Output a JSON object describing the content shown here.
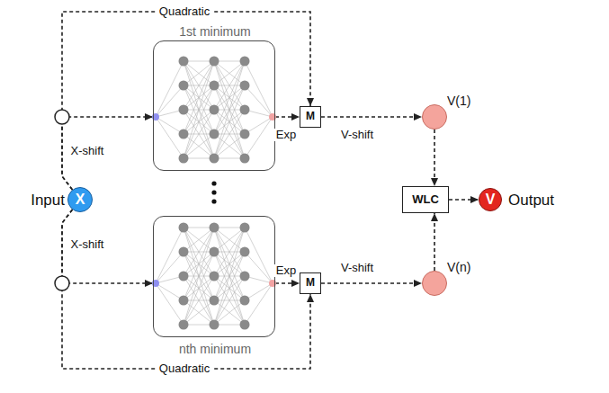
{
  "diagram": {
    "nodes": [
      {
        "text": [
          "1st minimum"
        ]
      },
      {
        "text": [
          "M"
        ]
      },
      {
        "text": [
          "V(1)"
        ]
      },
      {
        "text": [
          "Input",
          "X"
        ]
      },
      {
        "text": [
          "WLC"
        ]
      },
      {
        "text": [
          "V",
          "Output"
        ]
      },
      {
        "text": [
          "nth minimum"
        ]
      },
      {
        "text": [
          "M"
        ]
      },
      {
        "text": [
          "V(n)"
        ]
      }
    ],
    "edges": [
      {
        "from": 3,
        "to": 0,
        "arrow": "to",
        "label": "X-shift"
      },
      {
        "from": 3,
        "to": 1,
        "arrow": "to",
        "label": "Quadratic"
      },
      {
        "from": 0,
        "to": 1,
        "arrow": "to",
        "label": "Exp"
      },
      {
        "from": 1,
        "to": 2,
        "arrow": "to",
        "label": "V-shift"
      },
      {
        "from": 2,
        "to": 4,
        "arrow": "to"
      },
      {
        "from": 4,
        "to": 5,
        "arrow": "to"
      },
      {
        "from": 3,
        "to": 6,
        "arrow": "to",
        "label": "X-shift"
      },
      {
        "from": 3,
        "to": 7,
        "arrow": "to",
        "label": "Quadratic"
      },
      {
        "from": 6,
        "to": 7,
        "arrow": "to",
        "label": "Exp"
      },
      {
        "from": 7,
        "to": 8,
        "arrow": "to",
        "label": "V-shift"
      },
      {
        "from": 8,
        "to": 4,
        "arrow": "to"
      }
    ]
  }
}
